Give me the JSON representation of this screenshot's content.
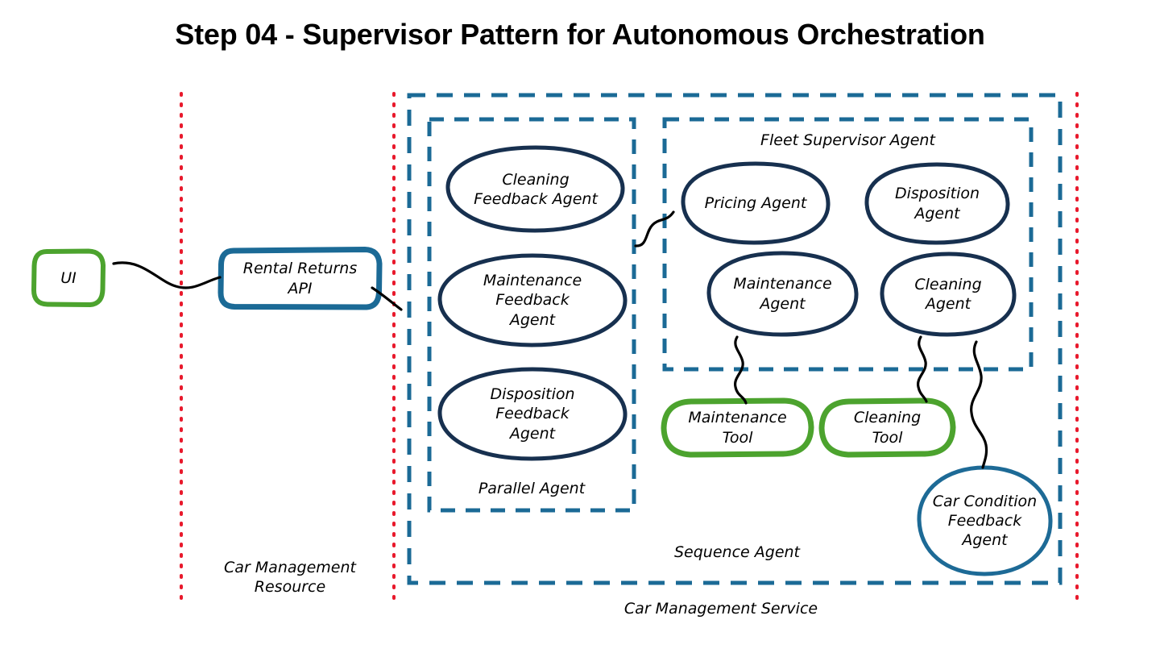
{
  "title": "Step 04 - Supervisor Pattern for Autonomous Orchestration",
  "colors": {
    "green": "#4ca32e",
    "teal": "#1b6a96",
    "navy": "#17304f",
    "red_dotted": "#e8192c",
    "connector": "#000000",
    "title": "#000000"
  },
  "zones": [
    {
      "name": "car-management-resource",
      "label": "Car Management\nResource"
    },
    {
      "name": "car-management-service",
      "label": "Car Management Service"
    }
  ],
  "boundaries": {
    "resource_label": "Car Management\nResource",
    "service_label": "Car Management Service"
  },
  "groups": [
    {
      "name": "sequence-agent",
      "label": "Sequence Agent"
    },
    {
      "name": "parallel-agent",
      "label": "Parallel Agent"
    },
    {
      "name": "fleet-supervisor-agent",
      "label": "Fleet Supervisor Agent"
    }
  ],
  "nodes": {
    "ui": {
      "label": "UI",
      "shape": "rounded-rect",
      "color": "green"
    },
    "rental_returns_api": {
      "label": "Rental Returns\nAPI",
      "shape": "rounded-rect",
      "color": "teal"
    },
    "cleaning_feedback_agent": {
      "label": "Cleaning\nFeedback Agent",
      "shape": "ellipse",
      "color": "navy"
    },
    "maintenance_feedback_agent": {
      "label": "Maintenance\nFeedback\nAgent",
      "shape": "ellipse",
      "color": "navy"
    },
    "disposition_feedback_agent": {
      "label": "Disposition\nFeedback\nAgent",
      "shape": "ellipse",
      "color": "navy"
    },
    "pricing_agent": {
      "label": "Pricing Agent",
      "shape": "ellipse",
      "color": "navy"
    },
    "disposition_agent": {
      "label": "Disposition\nAgent",
      "shape": "ellipse",
      "color": "navy"
    },
    "maintenance_agent": {
      "label": "Maintenance\nAgent",
      "shape": "ellipse",
      "color": "navy"
    },
    "cleaning_agent": {
      "label": "Cleaning\nAgent",
      "shape": "ellipse",
      "color": "navy"
    },
    "maintenance_tool": {
      "label": "Maintenance\nTool",
      "shape": "rounded-rect",
      "color": "green"
    },
    "cleaning_tool": {
      "label": "Cleaning\nTool",
      "shape": "rounded-rect",
      "color": "green"
    },
    "car_condition_feedback_agent": {
      "label": "Car Condition\nFeedback\nAgent",
      "shape": "ellipse",
      "color": "teal"
    }
  },
  "connectors": [
    {
      "name": "ui-to-rental-returns-api",
      "from": "ui",
      "to": "rental_returns_api"
    },
    {
      "name": "rental-returns-api-to-service",
      "from": "rental_returns_api",
      "to": "car-management-service"
    },
    {
      "name": "parallel-agent-to-fleet-supervisor",
      "from": "parallel-agent",
      "to": "fleet-supervisor-agent"
    },
    {
      "name": "maintenance-agent-to-maintenance-tool",
      "from": "maintenance_agent",
      "to": "maintenance_tool"
    },
    {
      "name": "cleaning-agent-to-cleaning-tool",
      "from": "cleaning_agent",
      "to": "cleaning_tool"
    },
    {
      "name": "cleaning-agent-to-car-condition-feedback-agent",
      "from": "cleaning_agent",
      "to": "car_condition_feedback_agent"
    }
  ]
}
